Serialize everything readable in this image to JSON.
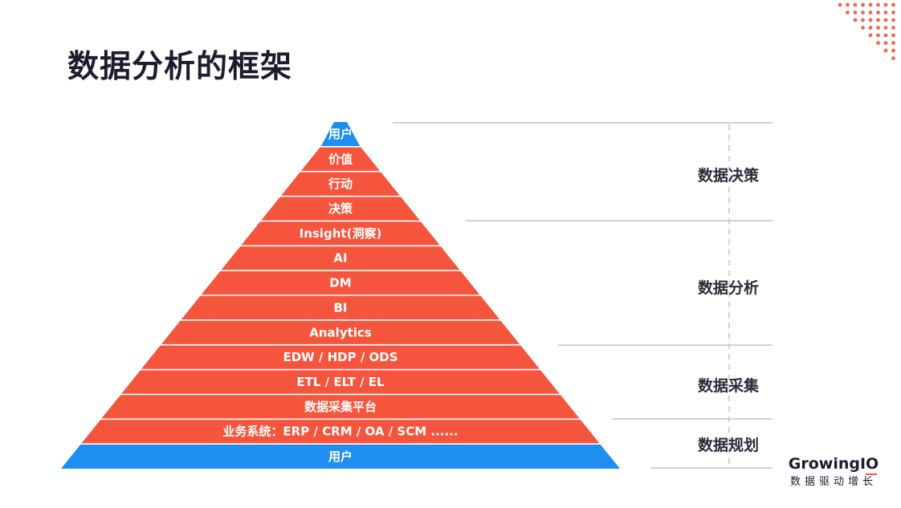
{
  "slide": {
    "title": "数据分析的框架"
  },
  "pyramid": {
    "layers": [
      {
        "label": "用户",
        "color": "#1f8ef1"
      },
      {
        "label": "价值",
        "color": "#f5553c"
      },
      {
        "label": "行动",
        "color": "#f5553c"
      },
      {
        "label": "决策",
        "color": "#f5553c"
      },
      {
        "label": "Insight(洞察)",
        "color": "#f5553c"
      },
      {
        "label": "AI",
        "color": "#f5553c"
      },
      {
        "label": "DM",
        "color": "#f5553c"
      },
      {
        "label": "BI",
        "color": "#f5553c"
      },
      {
        "label": "Analytics",
        "color": "#f5553c"
      },
      {
        "label": "EDW / HDP / ODS",
        "color": "#f5553c"
      },
      {
        "label": "ETL / ELT / EL",
        "color": "#f5553c"
      },
      {
        "label": "数据采集平台",
        "color": "#f5553c"
      },
      {
        "label": "业务系统：ERP / CRM / OA / SCM ......",
        "color": "#f5553c"
      },
      {
        "label": "用户",
        "color": "#1f8ef1"
      }
    ]
  },
  "sections": [
    {
      "label": "数据决策"
    },
    {
      "label": "数据分析"
    },
    {
      "label": "数据采集"
    },
    {
      "label": "数据规划"
    }
  ],
  "brand": {
    "name": "GrowingIO",
    "tagline": "数据驱动增长",
    "accent_color": "#f5553c"
  }
}
